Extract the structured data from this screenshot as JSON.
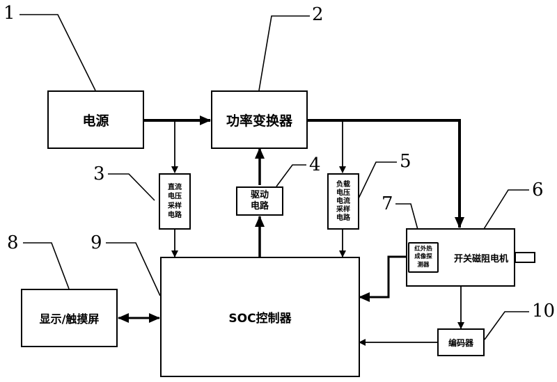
{
  "diagram": {
    "blocks": {
      "power_supply": "电源",
      "power_converter": "功率变换器",
      "dc_voltage_sampling": "直流\n电压\n采样\n电路",
      "drive_circuit": "驱动\n电路",
      "load_sampling": "负载\n电压\n电流\n采样\n电路",
      "srm_motor": "开关磁阻电机",
      "ir_detector": "红外热\n成像探\n测器",
      "display_touch": "显示/触摸屏",
      "soc_controller": "SOC控制器",
      "encoder": "编码器"
    },
    "callouts": {
      "n1": "1",
      "n2": "2",
      "n3": "3",
      "n4": "4",
      "n5": "5",
      "n6": "6",
      "n7": "7",
      "n8": "8",
      "n9": "9",
      "n10": "10"
    },
    "connections": [
      {
        "from": "电源",
        "to": "功率变换器",
        "style": "thick-arrow"
      },
      {
        "from": "电源-功率变换器 bus",
        "to": "直流电压采样电路",
        "style": "arrow"
      },
      {
        "from": "直流电压采样电路",
        "to": "SOC控制器",
        "style": "arrow"
      },
      {
        "from": "SOC控制器",
        "to": "驱动电路",
        "style": "thick-arrow"
      },
      {
        "from": "驱动电路",
        "to": "功率变换器",
        "style": "thick-arrow"
      },
      {
        "from": "功率变换器",
        "to": "开关磁阻电机",
        "style": "thick-arrow"
      },
      {
        "from": "功率变换器 output",
        "to": "负载电压电流采样电路",
        "style": "arrow"
      },
      {
        "from": "负载电压电流采样电路",
        "to": "SOC控制器",
        "style": "arrow"
      },
      {
        "from": "红外热成像探测器",
        "to": "SOC控制器",
        "style": "thick-arrow"
      },
      {
        "from": "开关磁阻电机",
        "to": "编码器",
        "style": "arrow"
      },
      {
        "from": "编码器",
        "to": "SOC控制器",
        "style": "arrow"
      },
      {
        "from": "显示/触摸屏",
        "to": "SOC控制器",
        "style": "bidirectional"
      }
    ]
  }
}
